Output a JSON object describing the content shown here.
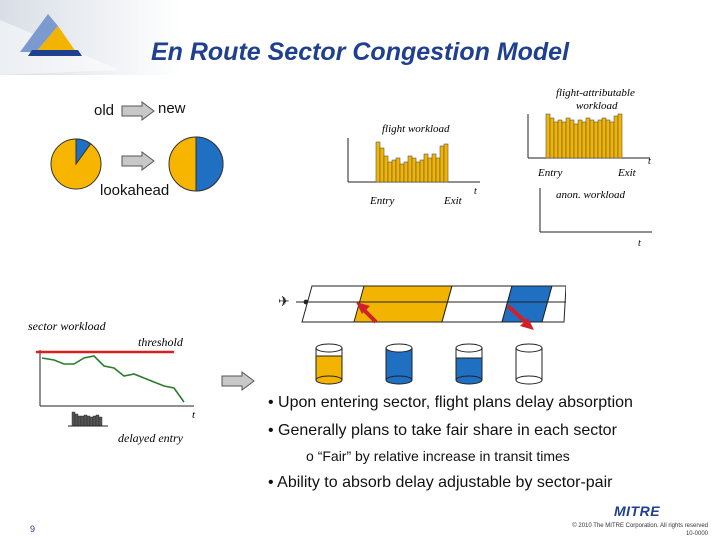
{
  "slide": {
    "title": "En Route Sector Congestion Model",
    "page_number": "9",
    "copyright": "© 2010 The MITRE Corporation. All rights reserved",
    "case_number": "10-0000",
    "brand": "MITRE"
  },
  "pies": {
    "old_label": "old",
    "new_label": "new",
    "lookahead_label": "lookahead",
    "old_fraction": 0.1,
    "new_fraction": 0.5
  },
  "flight_workload": {
    "title": "flight workload",
    "entry": "Entry",
    "exit": "Exit",
    "t": "t"
  },
  "flight_attributable": {
    "title_line1": "flight-attributable",
    "title_line2": "workload",
    "entry": "Entry",
    "exit": "Exit",
    "t": "t"
  },
  "anon_workload": {
    "title": "anon. workload",
    "t": "t"
  },
  "sector_workload": {
    "title": "sector workload",
    "threshold": "threshold",
    "t": "t",
    "delayed_entry": "delayed entry"
  },
  "bullets": [
    "Upon entering sector, flight plans delay absorption",
    "Generally plans to take fair share in each sector",
    "Ability to absorb delay adjustable by sector-pair"
  ],
  "sub_bullet": "“Fair” by relative increase in transit times",
  "colors": {
    "title": "#1f3f8f",
    "pie_yellow": "#f7b500",
    "pie_blue": "#1f6fc2",
    "bar_yellow": "#f2b400",
    "threshold_red": "#d8201e",
    "arrow_red": "#d1202a"
  }
}
